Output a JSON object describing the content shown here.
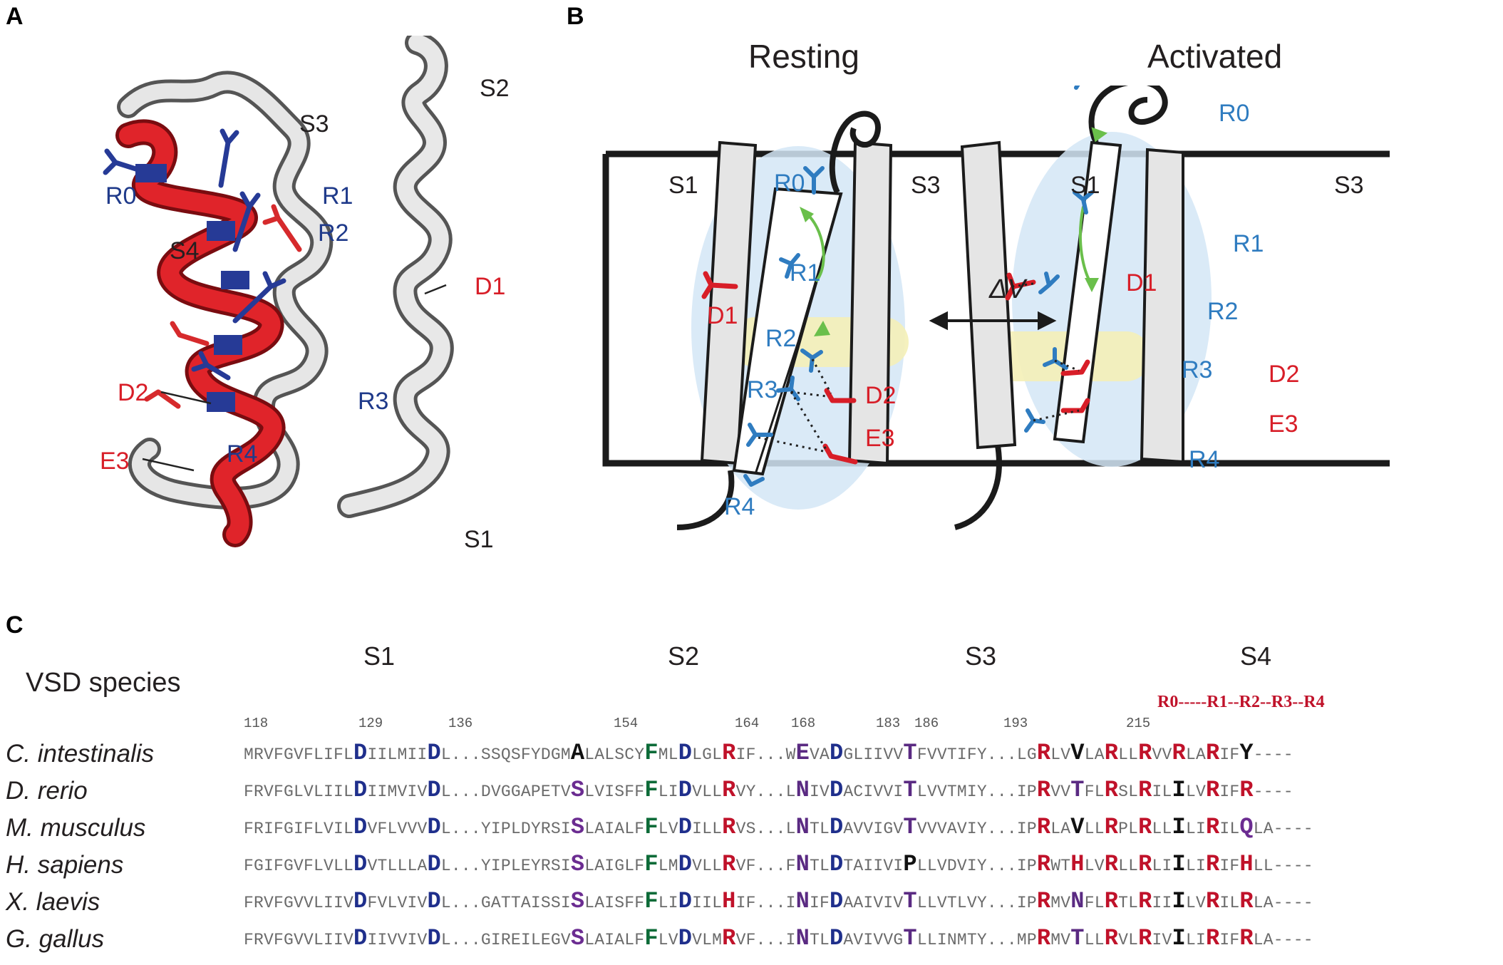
{
  "panels": {
    "a": "A",
    "b": "B",
    "c": "C"
  },
  "panel_a": {
    "labels": {
      "S2": "S2",
      "S3": "S3",
      "S4": "S4",
      "S1": "S1",
      "R0": "R0",
      "R1": "R1",
      "R2": "R2",
      "R3": "R3",
      "R4": "R4",
      "D1": "D1",
      "D2": "D2",
      "E3": "E3"
    }
  },
  "panel_b": {
    "resting": "Resting",
    "activated": "Activated",
    "delta_v": "ΔV",
    "labels": {
      "S1": "S1",
      "S3": "S3",
      "R0": "R0",
      "R1": "R1",
      "R2": "R2",
      "R3": "R3",
      "R4": "R4",
      "D1": "D1",
      "D2": "D2",
      "E3": "E3"
    },
    "colors": {
      "arginine": "#2f7cc0",
      "acidic": "#d81e28",
      "arrow": "#6abf4b",
      "halo": "#cfe3f5",
      "band": "#f7f0b6"
    }
  },
  "panel_c": {
    "species_header": "VSD species",
    "segments": [
      "S1",
      "S2",
      "S3",
      "S4"
    ],
    "motif": "R0-----R1--R2--R3--R4",
    "positions": [
      "118",
      "129",
      "136",
      "154",
      "164",
      "168",
      "183",
      "186",
      "193",
      "215"
    ],
    "species": [
      {
        "name": "C. intestinalis"
      },
      {
        "name": "D. rerio"
      },
      {
        "name": "M. musculus"
      },
      {
        "name": "H. sapiens"
      },
      {
        "name": "X. laevis"
      },
      {
        "name": "G. gallus"
      }
    ],
    "sequences": [
      [
        [
          "MRVFGVFLIFL",
          ""
        ],
        [
          "D",
          "cD"
        ],
        [
          "IILMII",
          ""
        ],
        [
          "D",
          "cD"
        ],
        [
          "L...SSQSFYDGM",
          ""
        ],
        [
          "A",
          "cK"
        ],
        [
          "LALSCY",
          ""
        ],
        [
          "F",
          "cF"
        ],
        [
          "ML",
          ""
        ],
        [
          "D",
          "cD"
        ],
        [
          "LGL",
          ""
        ],
        [
          "R",
          "cR"
        ],
        [
          "IF...W",
          ""
        ],
        [
          "E",
          "cN"
        ],
        [
          "VA",
          ""
        ],
        [
          "D",
          "cD"
        ],
        [
          "GLIIVV",
          ""
        ],
        [
          "T",
          "cT"
        ],
        [
          "FVVTIFY...LG",
          ""
        ],
        [
          "R",
          "cR"
        ],
        [
          "LV",
          ""
        ],
        [
          "V",
          "cK"
        ],
        [
          "LA",
          ""
        ],
        [
          "R",
          "cR"
        ],
        [
          "LL",
          ""
        ],
        [
          "R",
          "cR"
        ],
        [
          "VV",
          ""
        ],
        [
          "R",
          "cR"
        ],
        [
          "LA",
          ""
        ],
        [
          "R",
          "cR"
        ],
        [
          "IF",
          ""
        ],
        [
          "Y",
          "cK"
        ],
        [
          "----",
          ""
        ]
      ],
      [
        [
          "FRVFGLVLIIL",
          ""
        ],
        [
          "D",
          "cD"
        ],
        [
          "IIMVIV",
          ""
        ],
        [
          "D",
          "cD"
        ],
        [
          "L...DVGGAPETV",
          ""
        ],
        [
          "S",
          "cS"
        ],
        [
          "LVISFF",
          ""
        ],
        [
          "F",
          "cF"
        ],
        [
          "LI",
          ""
        ],
        [
          "D",
          "cD"
        ],
        [
          "VLL",
          ""
        ],
        [
          "R",
          "cR"
        ],
        [
          "VY...L",
          ""
        ],
        [
          "N",
          "cN"
        ],
        [
          "IV",
          ""
        ],
        [
          "D",
          "cD"
        ],
        [
          "ACIVVI",
          ""
        ],
        [
          "T",
          "cT"
        ],
        [
          "LVVTMIY...IP",
          ""
        ],
        [
          "R",
          "cR"
        ],
        [
          "VV",
          ""
        ],
        [
          "T",
          "cT"
        ],
        [
          "FL",
          ""
        ],
        [
          "R",
          "cR"
        ],
        [
          "SL",
          ""
        ],
        [
          "R",
          "cR"
        ],
        [
          "IL",
          ""
        ],
        [
          "I",
          "cK"
        ],
        [
          "LV",
          ""
        ],
        [
          "R",
          "cR"
        ],
        [
          "IF",
          ""
        ],
        [
          "R",
          "cR"
        ],
        [
          "----",
          ""
        ]
      ],
      [
        [
          "FRIFGIFLVIL",
          ""
        ],
        [
          "D",
          "cD"
        ],
        [
          "VFLVVV",
          ""
        ],
        [
          "D",
          "cD"
        ],
        [
          "L...YIPLDYRSI",
          ""
        ],
        [
          "S",
          "cS"
        ],
        [
          "LAIALF",
          ""
        ],
        [
          "F",
          "cF"
        ],
        [
          "LV",
          ""
        ],
        [
          "D",
          "cD"
        ],
        [
          "ILL",
          ""
        ],
        [
          "R",
          "cR"
        ],
        [
          "VS...L",
          ""
        ],
        [
          "N",
          "cN"
        ],
        [
          "TL",
          ""
        ],
        [
          "D",
          "cD"
        ],
        [
          "AVVIGV",
          ""
        ],
        [
          "T",
          "cT"
        ],
        [
          "VVVAVIY...IP",
          ""
        ],
        [
          "R",
          "cR"
        ],
        [
          "LA",
          ""
        ],
        [
          "V",
          "cK"
        ],
        [
          "LL",
          ""
        ],
        [
          "R",
          "cR"
        ],
        [
          "PL",
          ""
        ],
        [
          "R",
          "cR"
        ],
        [
          "LL",
          ""
        ],
        [
          "I",
          "cK"
        ],
        [
          "LI",
          ""
        ],
        [
          "R",
          "cR"
        ],
        [
          "IL",
          ""
        ],
        [
          "Q",
          "cS"
        ],
        [
          "LA----",
          ""
        ]
      ],
      [
        [
          "FGIFGVFLVLL",
          ""
        ],
        [
          "D",
          "cD"
        ],
        [
          "VTLLLA",
          ""
        ],
        [
          "D",
          "cD"
        ],
        [
          "L...YIPLEYRSI",
          ""
        ],
        [
          "S",
          "cS"
        ],
        [
          "LAIGLF",
          ""
        ],
        [
          "F",
          "cF"
        ],
        [
          "LM",
          ""
        ],
        [
          "D",
          "cD"
        ],
        [
          "VLL",
          ""
        ],
        [
          "R",
          "cR"
        ],
        [
          "VF...F",
          ""
        ],
        [
          "N",
          "cN"
        ],
        [
          "TL",
          ""
        ],
        [
          "D",
          "cD"
        ],
        [
          "TAIIVI",
          ""
        ],
        [
          "P",
          "cK"
        ],
        [
          "LLVDVIY...IP",
          ""
        ],
        [
          "R",
          "cR"
        ],
        [
          "WT",
          ""
        ],
        [
          "H",
          "cR"
        ],
        [
          "LV",
          ""
        ],
        [
          "R",
          "cR"
        ],
        [
          "LL",
          ""
        ],
        [
          "R",
          "cR"
        ],
        [
          "LI",
          ""
        ],
        [
          "I",
          "cK"
        ],
        [
          "LI",
          ""
        ],
        [
          "R",
          "cR"
        ],
        [
          "IF",
          ""
        ],
        [
          "H",
          "cR"
        ],
        [
          "LL----",
          ""
        ]
      ],
      [
        [
          "FRVFGVVLIIV",
          ""
        ],
        [
          "D",
          "cD"
        ],
        [
          "FVLVIV",
          ""
        ],
        [
          "D",
          "cD"
        ],
        [
          "L...GATTAISSI",
          ""
        ],
        [
          "S",
          "cS"
        ],
        [
          "LAISFF",
          ""
        ],
        [
          "F",
          "cF"
        ],
        [
          "LI",
          ""
        ],
        [
          "D",
          "cD"
        ],
        [
          "IIL",
          ""
        ],
        [
          "H",
          "cR"
        ],
        [
          "IF...I",
          ""
        ],
        [
          "N",
          "cN"
        ],
        [
          "IF",
          ""
        ],
        [
          "D",
          "cD"
        ],
        [
          "AAIVIV",
          ""
        ],
        [
          "T",
          "cT"
        ],
        [
          "LLVTLVY...IP",
          ""
        ],
        [
          "R",
          "cR"
        ],
        [
          "MV",
          ""
        ],
        [
          "N",
          "cN"
        ],
        [
          "FL",
          ""
        ],
        [
          "R",
          "cR"
        ],
        [
          "TL",
          ""
        ],
        [
          "R",
          "cR"
        ],
        [
          "II",
          ""
        ],
        [
          "I",
          "cK"
        ],
        [
          "LV",
          ""
        ],
        [
          "R",
          "cR"
        ],
        [
          "IL",
          ""
        ],
        [
          "R",
          "cR"
        ],
        [
          "LA----",
          ""
        ]
      ],
      [
        [
          "FRVFGVVLIIV",
          ""
        ],
        [
          "D",
          "cD"
        ],
        [
          "IIVVIV",
          ""
        ],
        [
          "D",
          "cD"
        ],
        [
          "L...GIREILEGV",
          ""
        ],
        [
          "S",
          "cS"
        ],
        [
          "LAIALF",
          ""
        ],
        [
          "F",
          "cF"
        ],
        [
          "LV",
          ""
        ],
        [
          "D",
          "cD"
        ],
        [
          "VLM",
          ""
        ],
        [
          "R",
          "cR"
        ],
        [
          "VF...I",
          ""
        ],
        [
          "N",
          "cN"
        ],
        [
          "TL",
          ""
        ],
        [
          "D",
          "cD"
        ],
        [
          "AVIVVG",
          ""
        ],
        [
          "T",
          "cT"
        ],
        [
          "LLINMTY...MP",
          ""
        ],
        [
          "R",
          "cR"
        ],
        [
          "MV",
          ""
        ],
        [
          "T",
          "cT"
        ],
        [
          "LL",
          ""
        ],
        [
          "R",
          "cR"
        ],
        [
          "VL",
          ""
        ],
        [
          "R",
          "cR"
        ],
        [
          "IV",
          ""
        ],
        [
          "I",
          "cK"
        ],
        [
          "LI",
          ""
        ],
        [
          "R",
          "cR"
        ],
        [
          "IF",
          ""
        ],
        [
          "R",
          "cR"
        ],
        [
          "LA----",
          ""
        ]
      ]
    ]
  }
}
